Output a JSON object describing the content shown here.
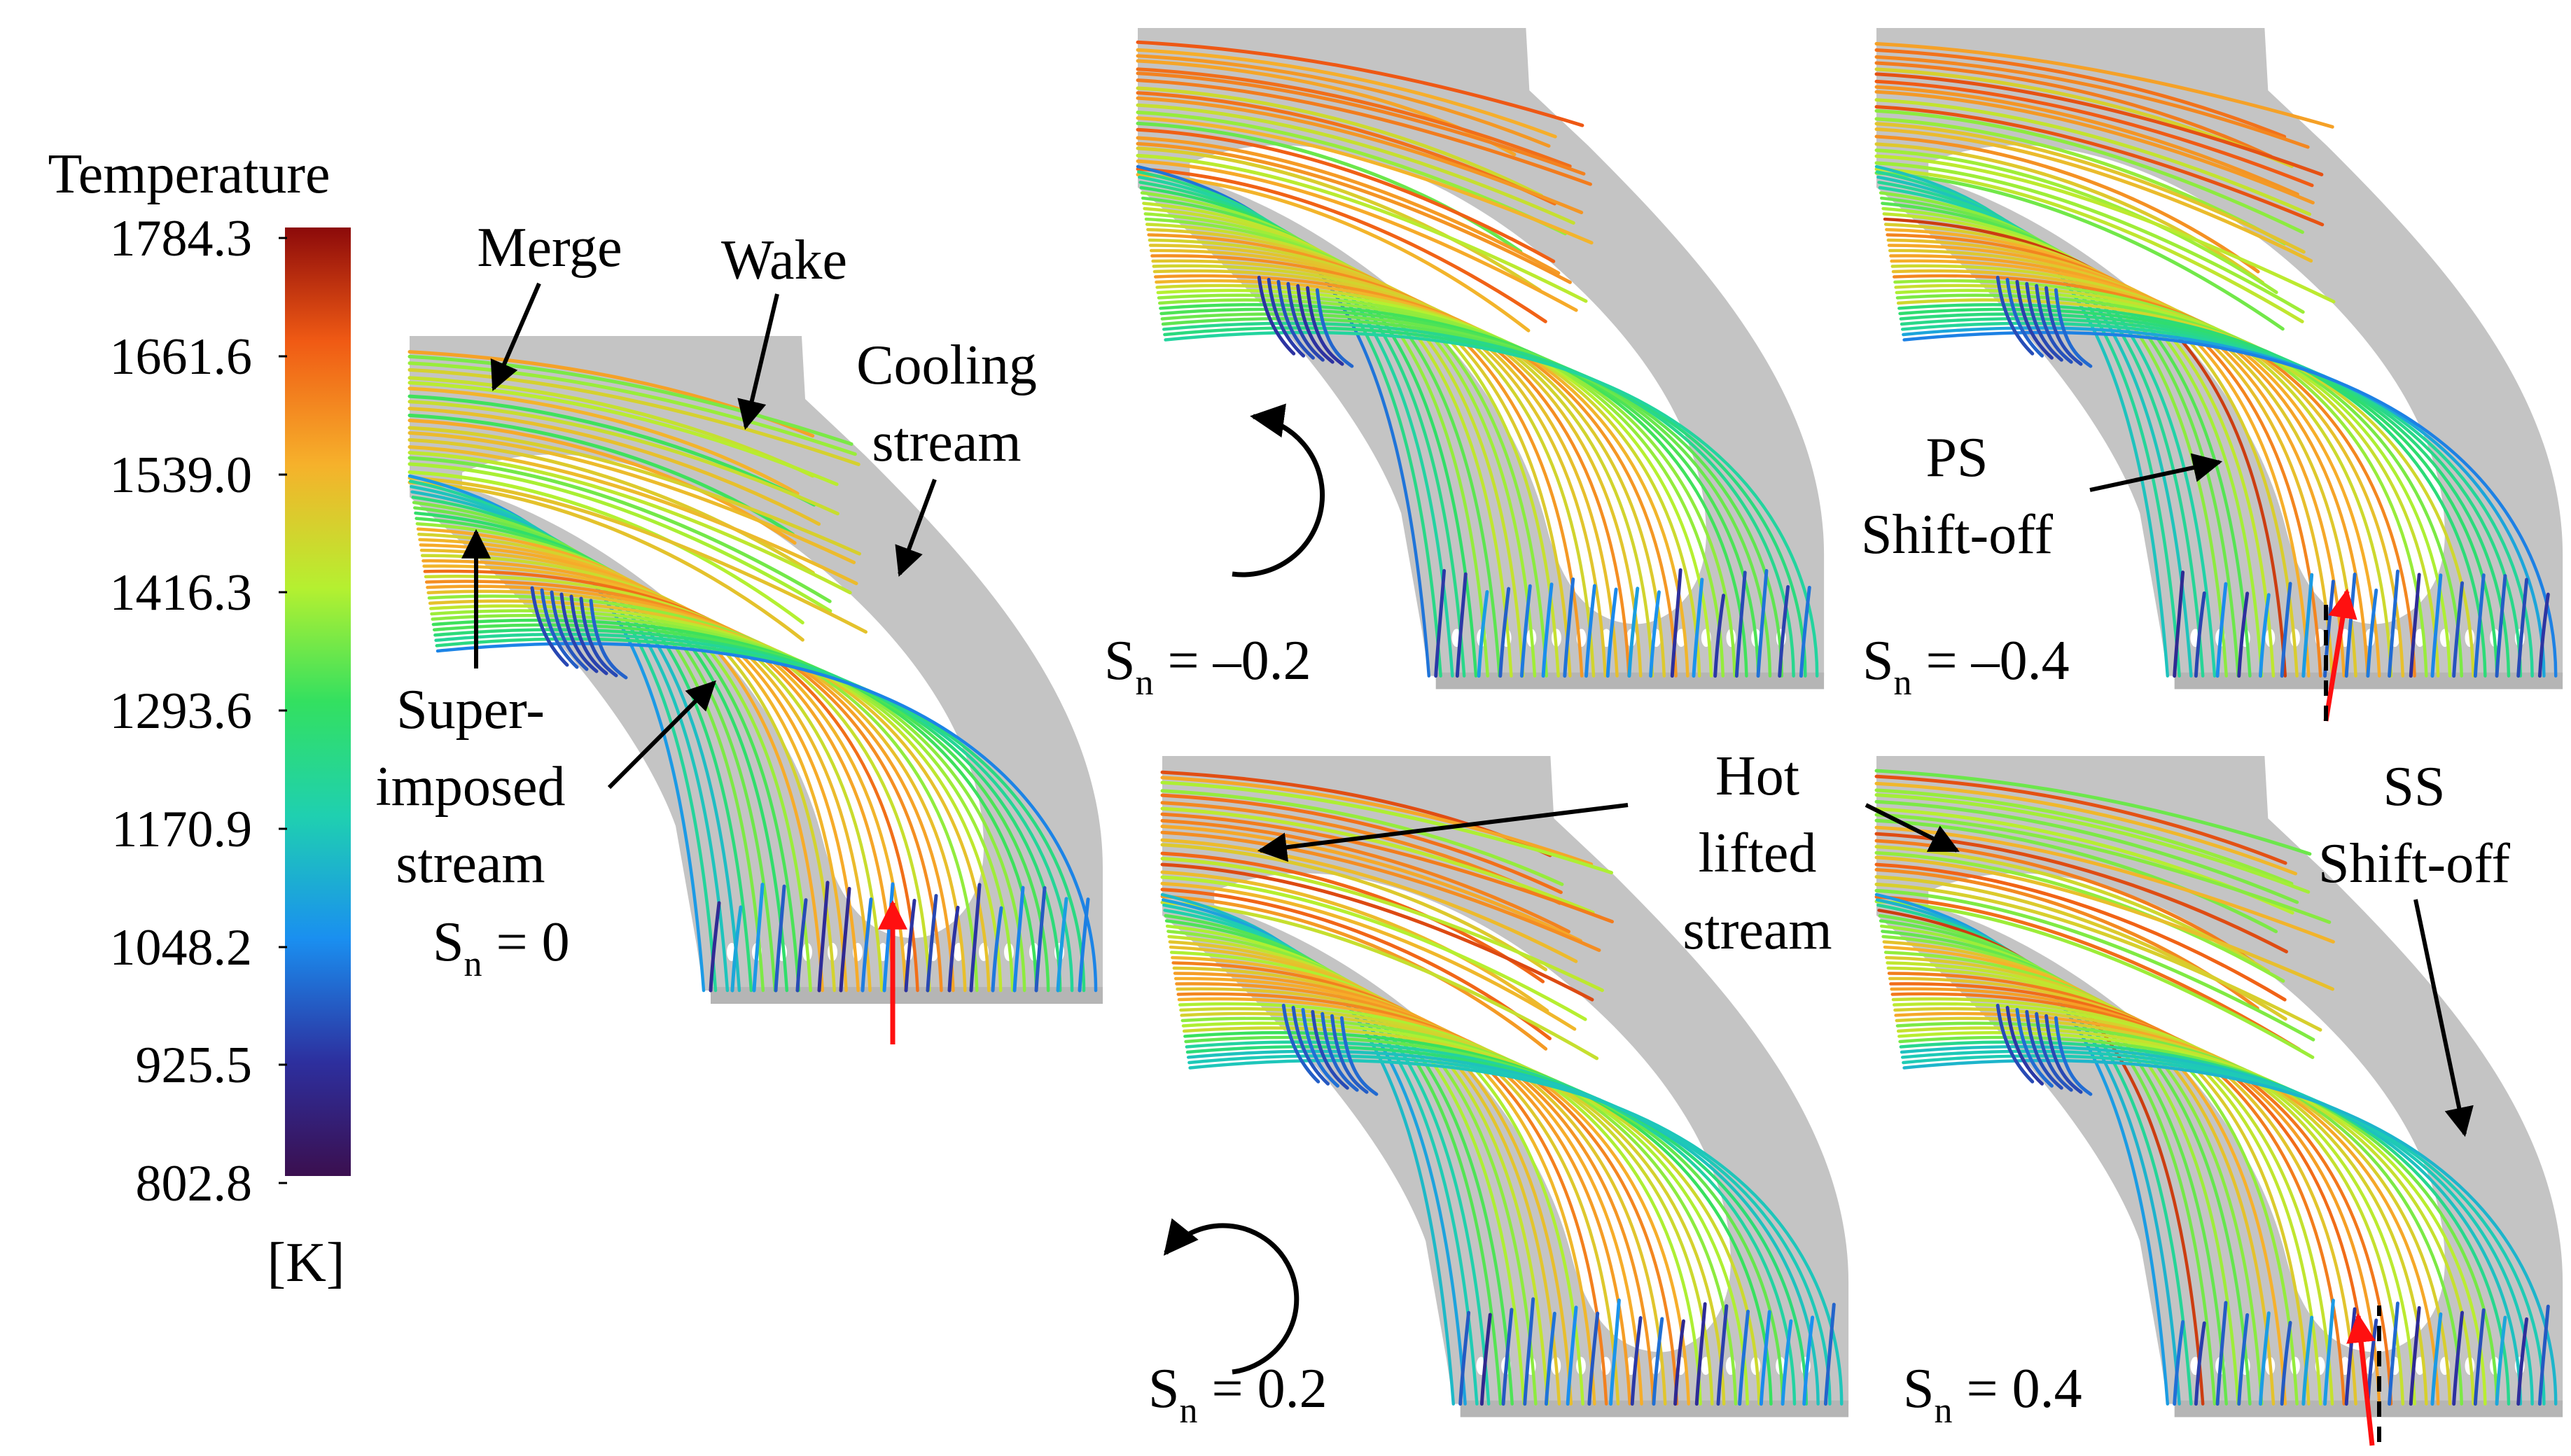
{
  "colorbar": {
    "title": "Temperature",
    "unit": "[K]",
    "ticks": [
      "1784.3",
      "1661.6",
      "1539.0",
      "1416.3",
      "1293.6",
      "1170.9",
      "1048.2",
      "925.5",
      "802.8"
    ],
    "colors": [
      "#3b0f4f",
      "#2d2f9e",
      "#1a8ff0",
      "#1fd0b0",
      "#33e060",
      "#b5f030",
      "#f6b12b",
      "#f05a14",
      "#8c0a0a"
    ]
  },
  "panels": {
    "main": {
      "sn_label": "S",
      "sn_sub": "n",
      "sn_value": " = 0"
    },
    "p1": {
      "sn_label": "S",
      "sn_sub": "n",
      "sn_value": " = –0.2"
    },
    "p2": {
      "sn_label": "S",
      "sn_sub": "n",
      "sn_value": " = –0.4"
    },
    "p3": {
      "sn_label": "S",
      "sn_sub": "n",
      "sn_value": " = 0.2"
    },
    "p4": {
      "sn_label": "S",
      "sn_sub": "n",
      "sn_value": " = 0.4"
    }
  },
  "annotations": {
    "merge": "Merge",
    "wake": "Wake",
    "cooling_1": "Cooling",
    "cooling_2": "stream",
    "superimposed_1": "Super-",
    "superimposed_2": "imposed",
    "superimposed_3": "stream",
    "ps_1": "PS",
    "ps_2": "Shift-off",
    "hot_1": "Hot",
    "hot_2": "lifted",
    "hot_3": "stream",
    "ss_1": "SS",
    "ss_2": "Shift-off"
  }
}
